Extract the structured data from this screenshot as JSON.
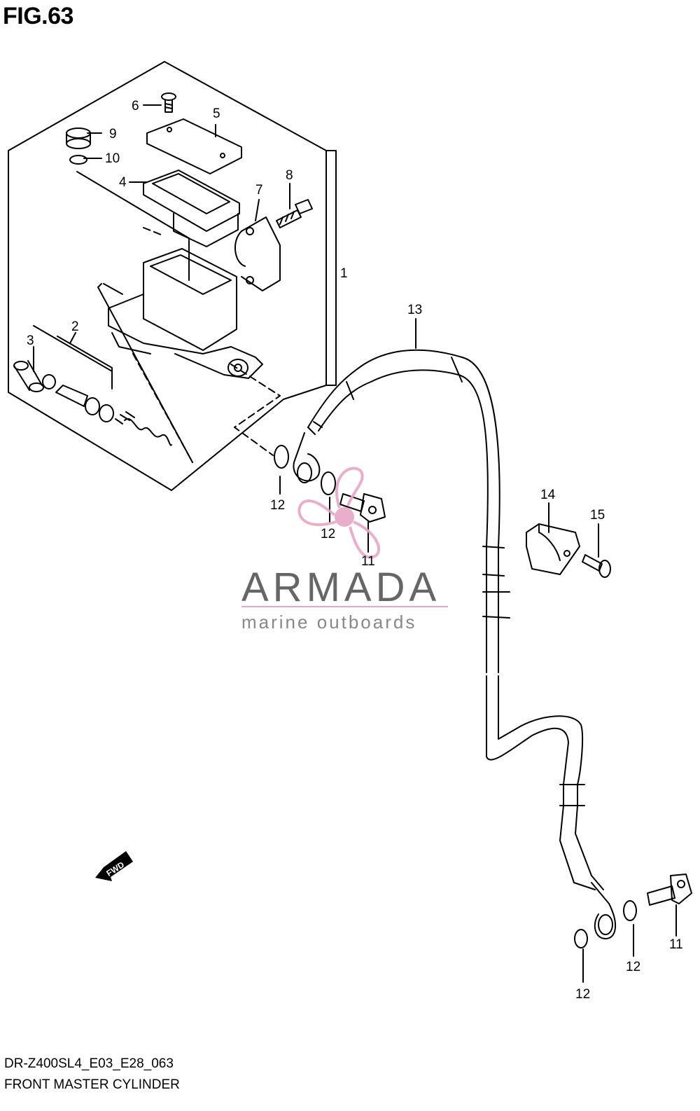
{
  "figure": {
    "title": "FIG.63",
    "code": "DR-Z400SL4_E03_E28_063",
    "name": "FRONT MASTER CYLINDER"
  },
  "callouts": {
    "c1": "1",
    "c2": "2",
    "c3": "3",
    "c4": "4",
    "c5": "5",
    "c6": "6",
    "c7": "7",
    "c8": "8",
    "c9": "9",
    "c10": "10",
    "c11a": "11",
    "c11b": "11",
    "c12a": "12",
    "c12b": "12",
    "c12c": "12",
    "c12d": "12",
    "c13": "13",
    "c14": "14",
    "c15": "15"
  },
  "watermark": {
    "brand": "ARMADA",
    "tagline": "marine outboards",
    "color": "#e8a6c8"
  },
  "fwd_badge": "FWD"
}
